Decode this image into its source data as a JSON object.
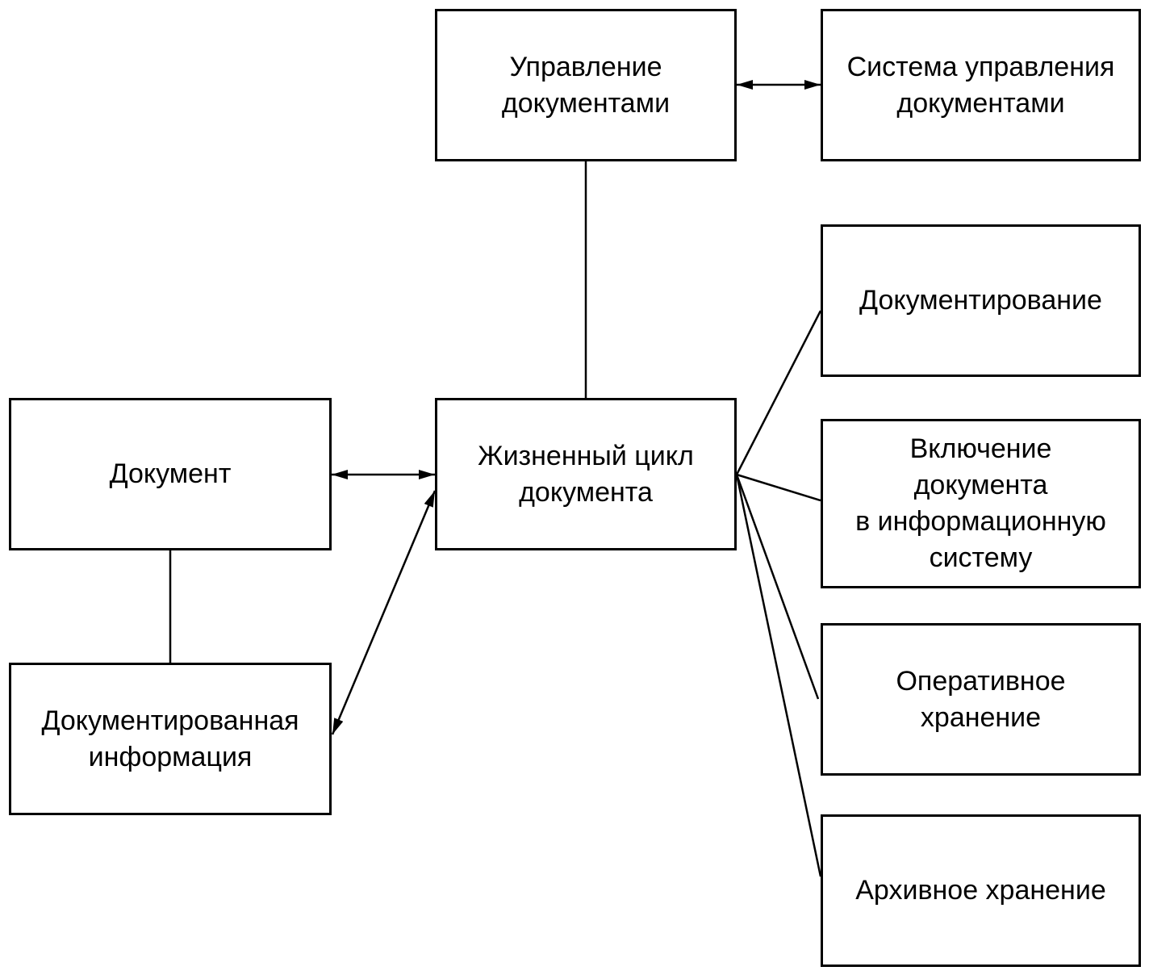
{
  "nodes": {
    "upravlenie": {
      "lines": [
        "Управление",
        "документами"
      ]
    },
    "sistema": {
      "lines": [
        "Система управления",
        "документами"
      ]
    },
    "dokumentirovanie": {
      "lines": [
        "Документирование"
      ]
    },
    "dokument": {
      "lines": [
        "Документ"
      ]
    },
    "zhc": {
      "lines": [
        "Жизненный цикл",
        "документа"
      ]
    },
    "vklyuchenie": {
      "lines": [
        "Включение",
        "документа",
        "в информационную",
        "систему"
      ]
    },
    "operativnoe": {
      "lines": [
        "Оперативное",
        "хранение"
      ]
    },
    "dokinfo": {
      "lines": [
        "Документированная",
        "информация"
      ]
    },
    "arhivnoe": {
      "lines": [
        "Архивное хранение"
      ]
    }
  },
  "edges": [
    {
      "from": "upravlenie",
      "to": "sistema",
      "style": "double-arrow"
    },
    {
      "from": "upravlenie",
      "to": "zhc",
      "style": "line"
    },
    {
      "from": "dokument",
      "to": "zhc",
      "style": "double-arrow"
    },
    {
      "from": "dokument",
      "to": "dokinfo",
      "style": "line"
    },
    {
      "from": "dokinfo",
      "to": "zhc",
      "style": "double-arrow"
    },
    {
      "from": "zhc",
      "to": "dokumentirovanie",
      "style": "line"
    },
    {
      "from": "zhc",
      "to": "vklyuchenie",
      "style": "line"
    },
    {
      "from": "zhc",
      "to": "operativnoe",
      "style": "line"
    },
    {
      "from": "zhc",
      "to": "arhivnoe",
      "style": "line"
    }
  ],
  "colors": {
    "stroke": "#000000",
    "background": "#ffffff"
  }
}
